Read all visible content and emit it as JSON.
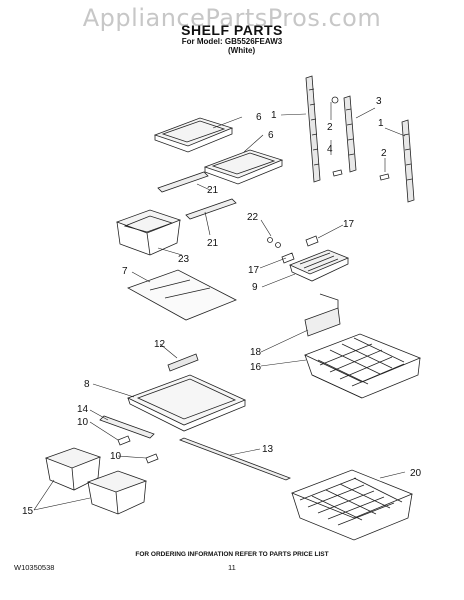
{
  "watermark": "AppliancePartsPros.com",
  "header": {
    "title": "SHELF PARTS",
    "model_line": "For Model: GB5526FEAW3",
    "variant": "(White)"
  },
  "callouts": {
    "c1a": "1",
    "c1b": "1",
    "c2a": "2",
    "c2b": "2",
    "c3": "3",
    "c4": "4",
    "c6a": "6",
    "c6b": "6",
    "c7": "7",
    "c8": "8",
    "c9": "9",
    "c10a": "10",
    "c10b": "10",
    "c12": "12",
    "c13": "13",
    "c14": "14",
    "c15": "15",
    "c16": "16",
    "c17a": "17",
    "c17b": "17",
    "c18": "18",
    "c20": "20",
    "c21a": "21",
    "c21b": "21",
    "c22": "22",
    "c23": "23"
  },
  "footer": {
    "ordering_note": "FOR ORDERING INFORMATION REFER TO PARTS PRICE LIST",
    "doc_code": "W10350538",
    "page_number": "11"
  }
}
